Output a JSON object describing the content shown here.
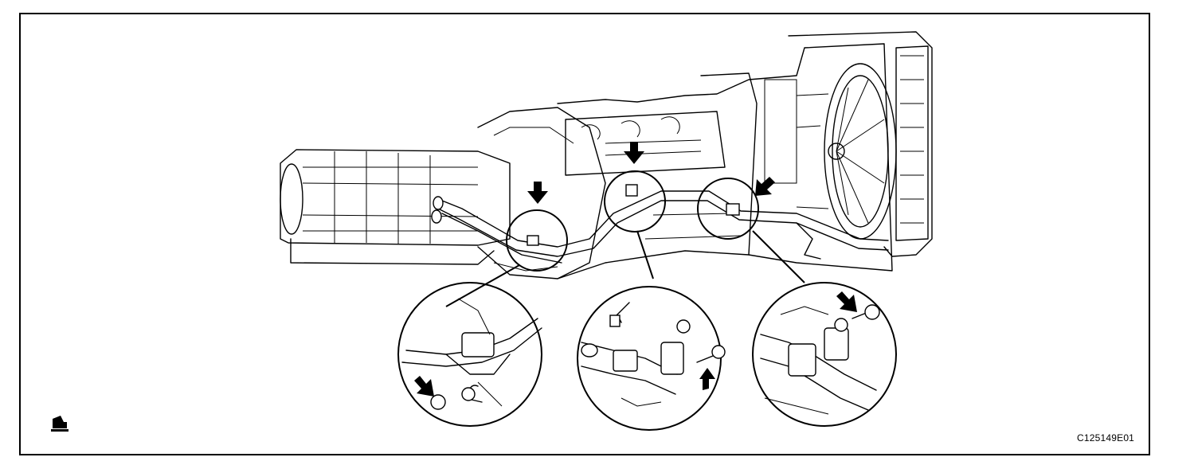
{
  "figure": {
    "code": "C125149E01",
    "callouts": [
      "clamp-left",
      "clamp-center",
      "clamp-right"
    ],
    "icons": [
      "new-part-icon",
      "arrow-icon",
      "bolt-icon",
      "clamp-icon"
    ],
    "colors": {
      "line": "#000000",
      "background": "#ffffff"
    }
  }
}
